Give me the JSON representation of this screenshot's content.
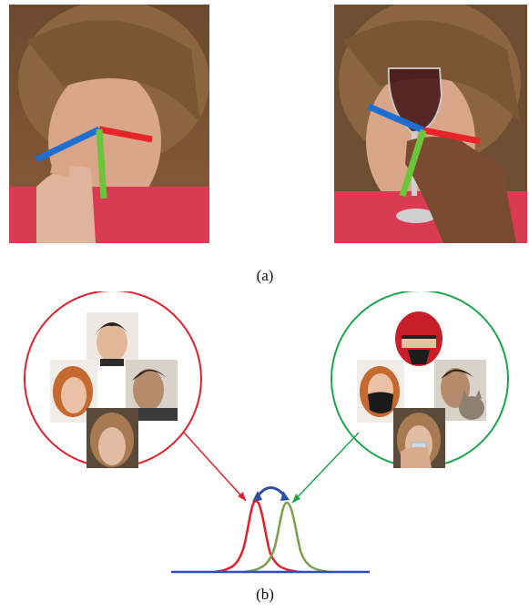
{
  "captions": {
    "a": "(a)",
    "b": "(b)"
  },
  "panel_a": {
    "left_image": "face-photo-hand-on-cheek",
    "right_image": "face-photo-wine-glass-occlusion",
    "pose_axes_colors": {
      "x": "#e8232a",
      "y": "#6cc43a",
      "z": "#1e6fd1"
    }
  },
  "panel_b": {
    "left_circle_color": "#e0202a",
    "right_circle_color": "#1aa64a",
    "left_faces": [
      "face-young-man",
      "face-red-haired-woman",
      "face-dark-haired-man",
      "face-brown-haired-woman"
    ],
    "right_faces": [
      "face-with-helmet",
      "face-with-mask",
      "face-with-cat",
      "face-with-hand-and-glass"
    ],
    "distribution_colors": {
      "left": "#e0202a",
      "right": "#7ba04a",
      "baseline": "#2a4fc0",
      "shift_arrow": "#2a4fa0"
    }
  }
}
